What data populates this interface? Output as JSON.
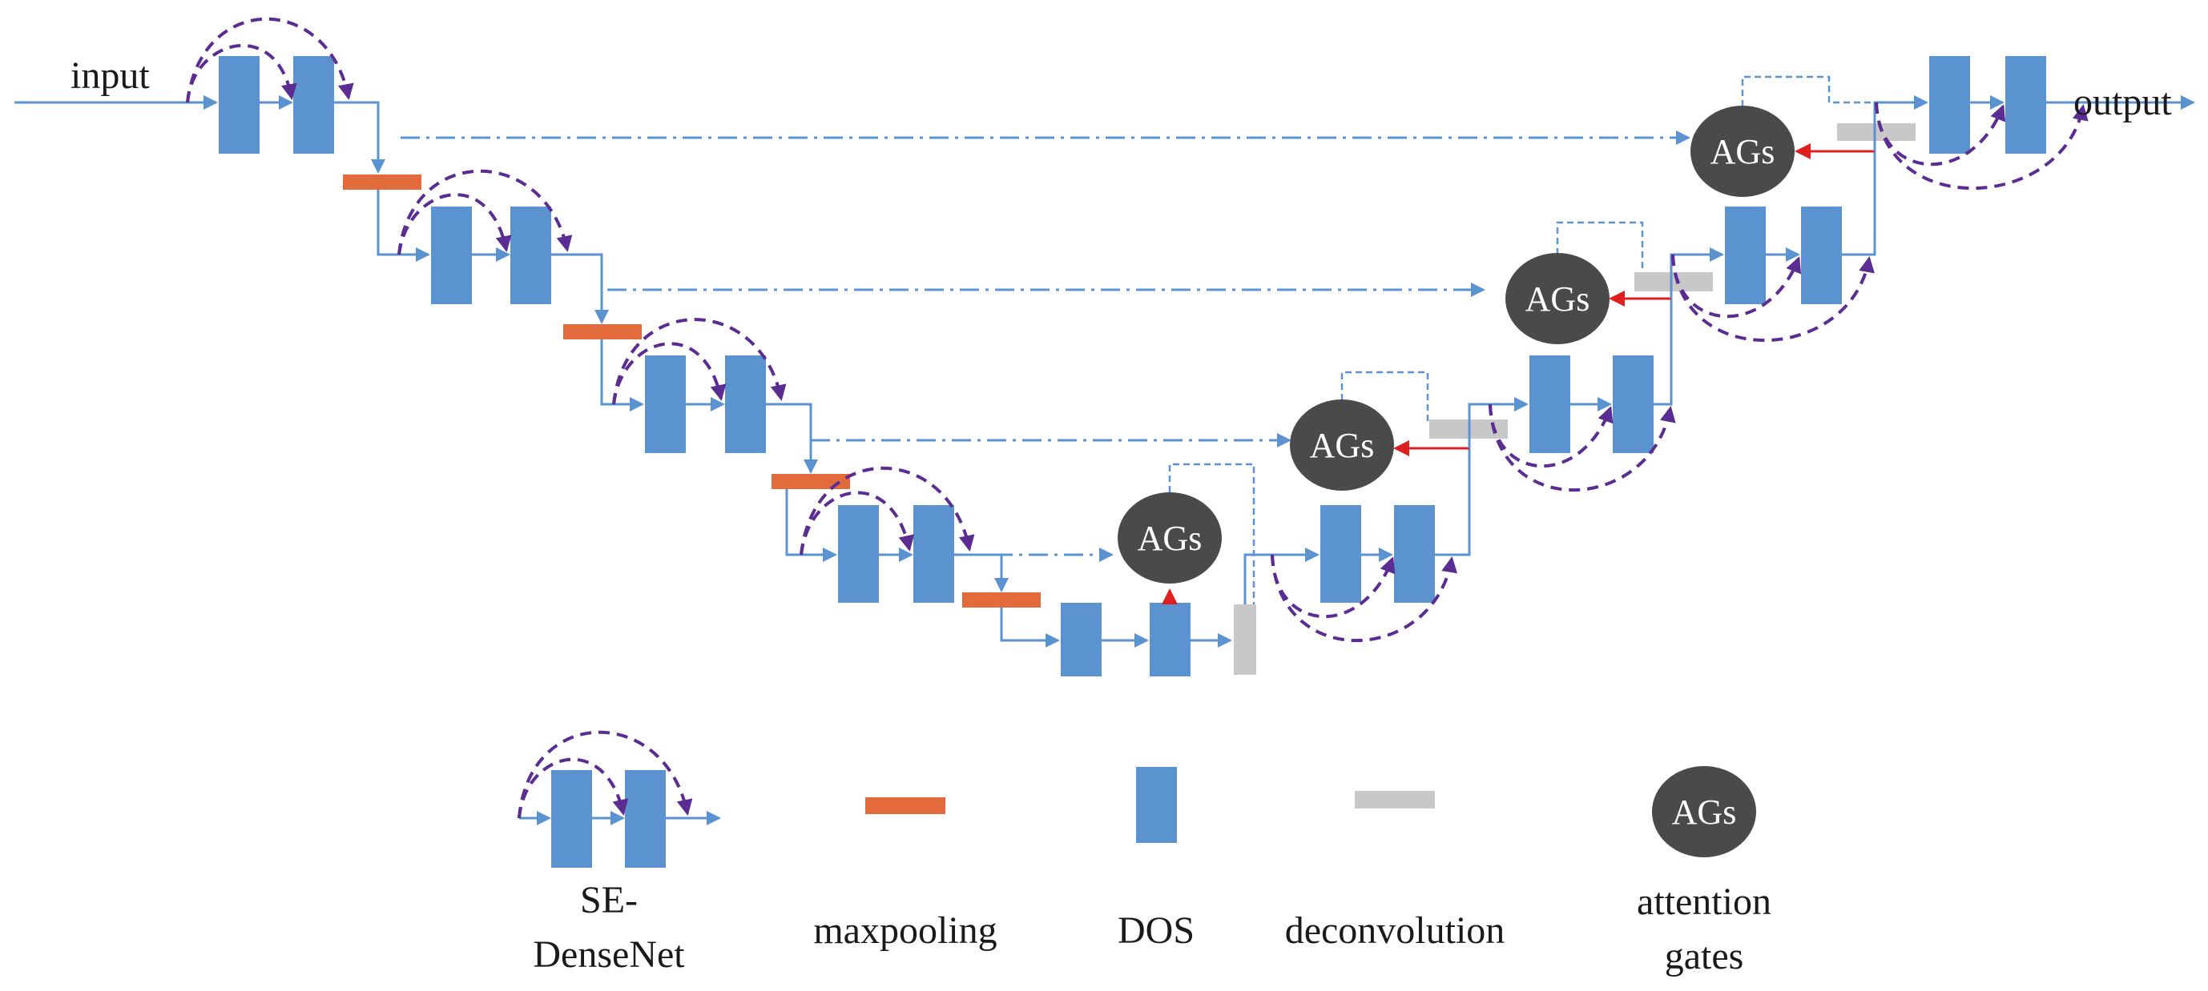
{
  "labels": {
    "input": "input",
    "output": "output",
    "ags": "AGs"
  },
  "legend": {
    "se_densenet_line1": "SE-",
    "se_densenet_line2": "DenseNet",
    "maxpooling": "maxpooling",
    "dos": "DOS",
    "deconvolution": "deconvolution",
    "attention_line1": "attention",
    "attention_line2": "gates"
  },
  "colors": {
    "dos_block": "#5b93d0",
    "flow_line": "#5b93d0",
    "maxpool": "#e36a3a",
    "deconv": "#c8c8c8",
    "ags": "#4a4a4a",
    "dense_arc": "#5b2c91",
    "gate_arrow": "#e02020"
  }
}
